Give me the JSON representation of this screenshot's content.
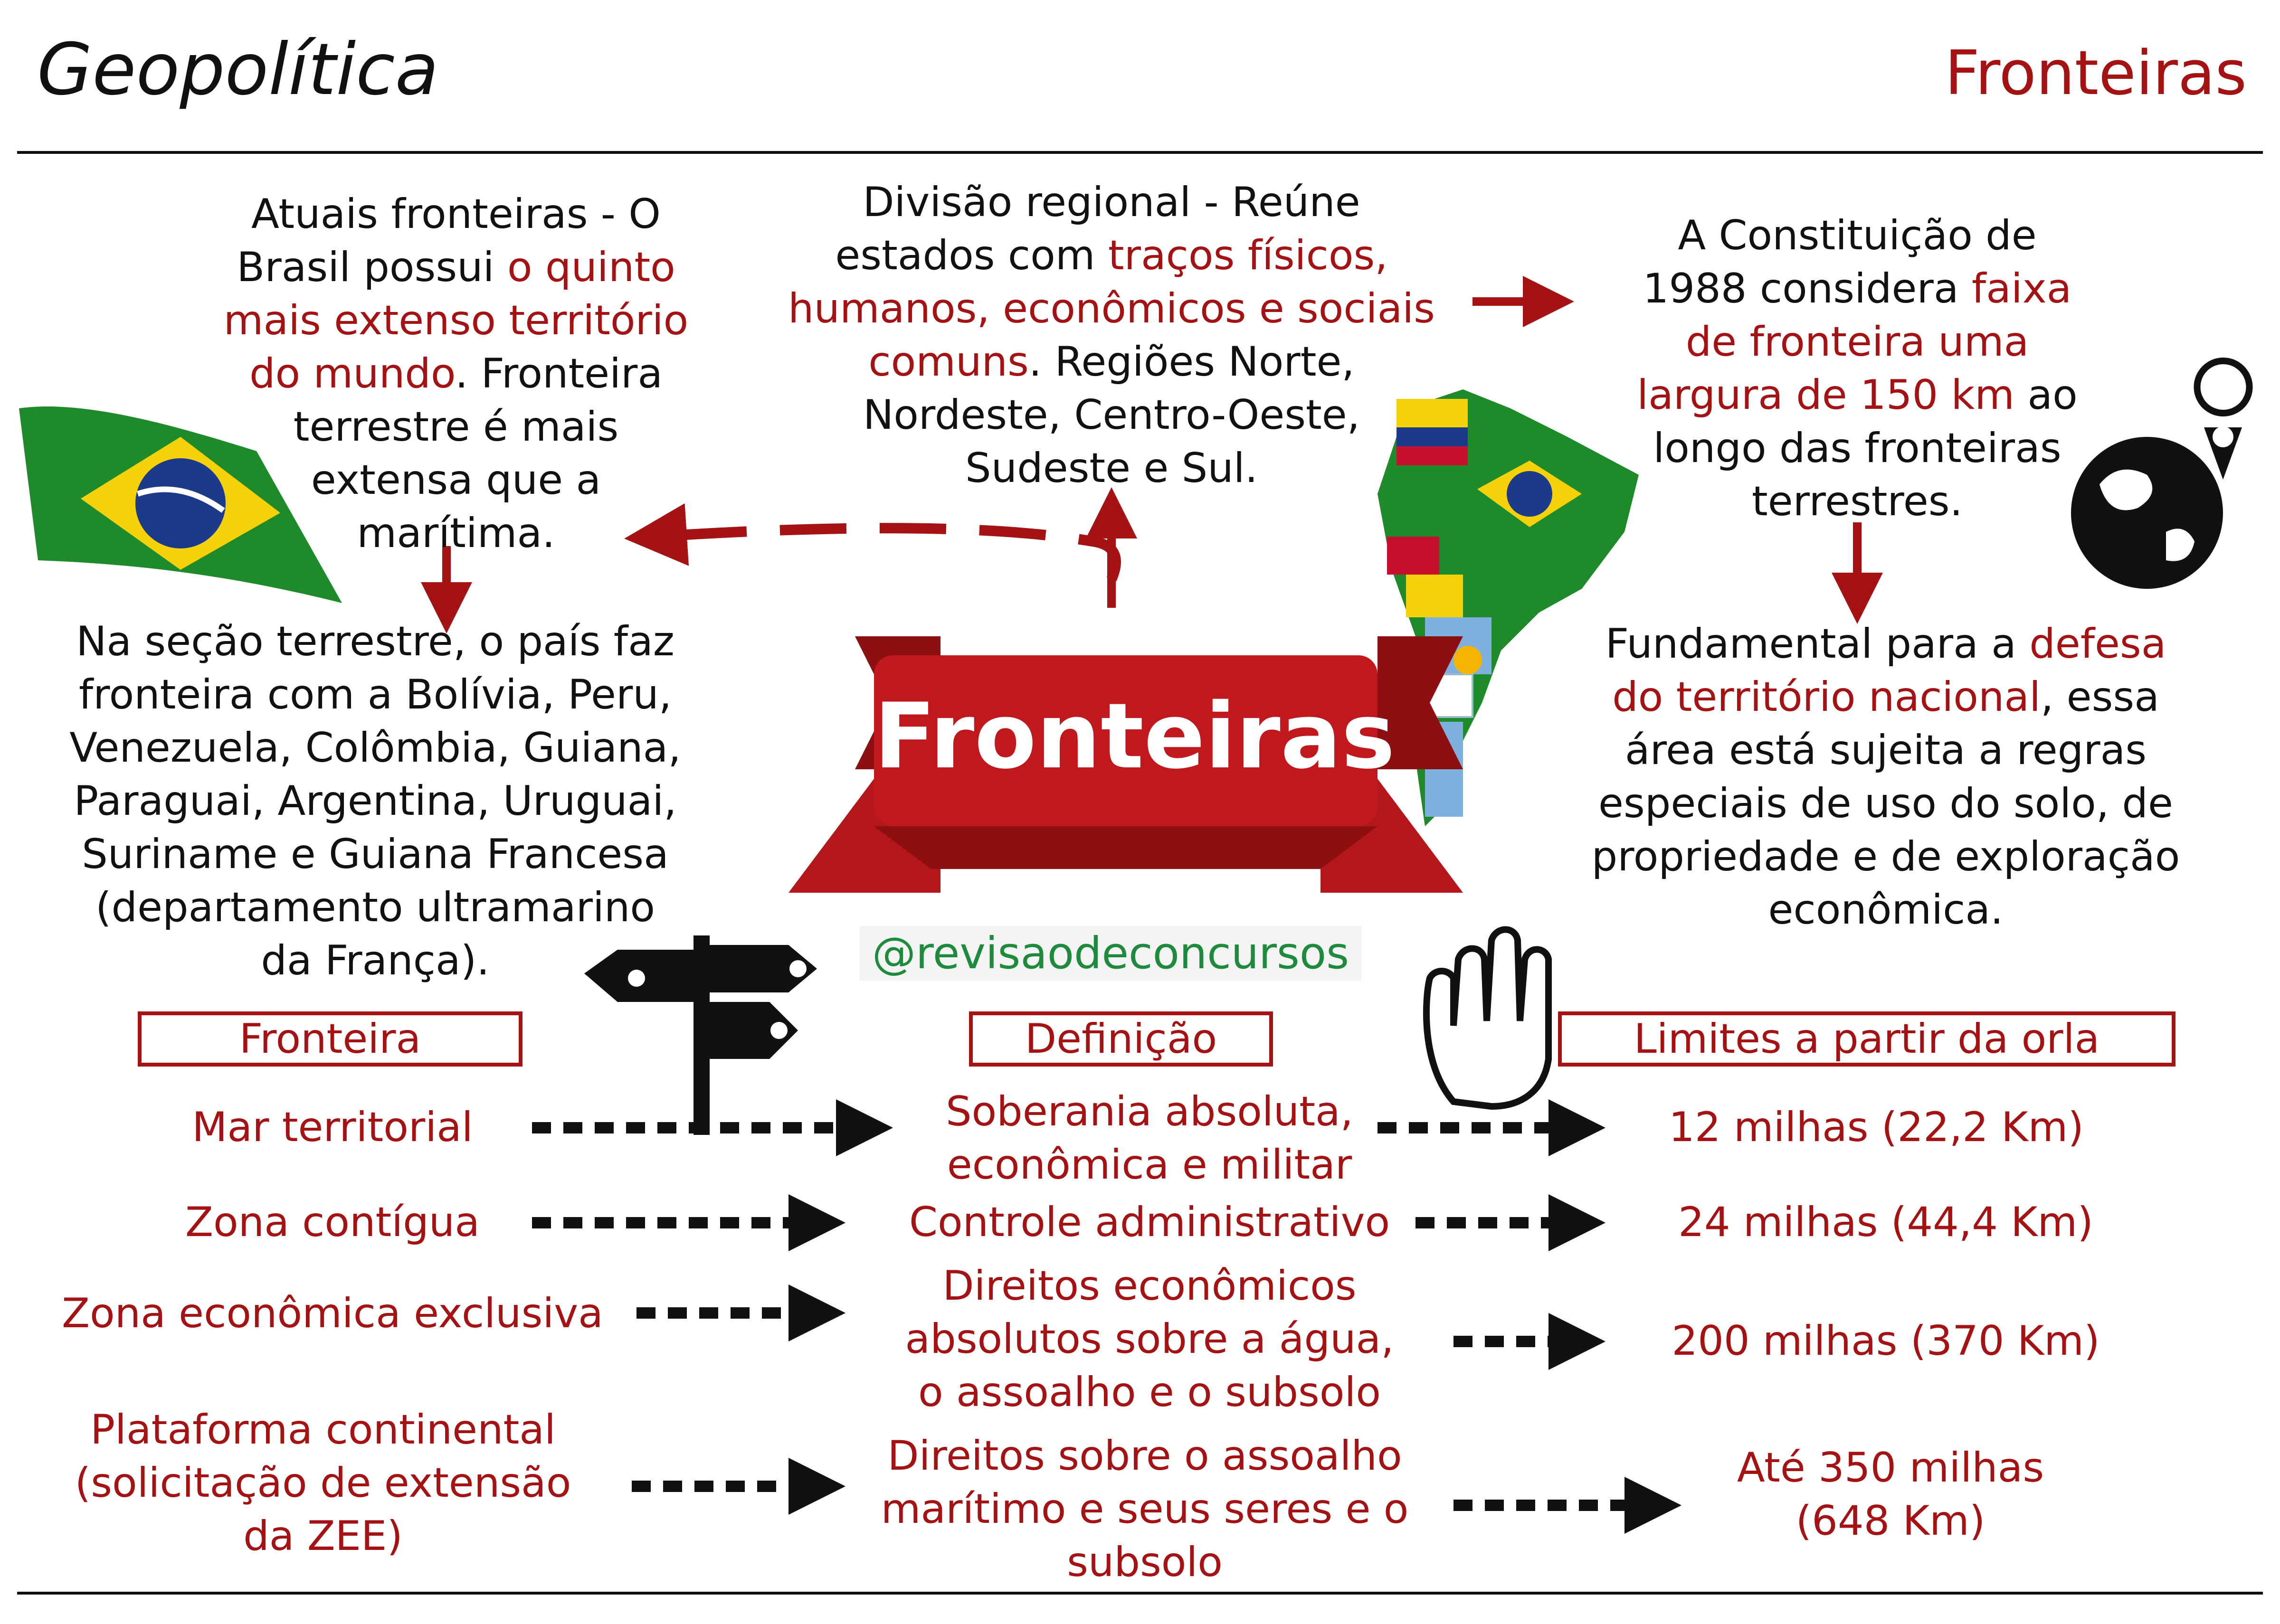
{
  "header": {
    "title": "Geopolítica",
    "subtitle": "Fronteiras"
  },
  "banner": {
    "label": "Fronteiras"
  },
  "handle": "@revisaodeconcursos",
  "left_top": {
    "t1": "Atuais fronteiras - O",
    "t2a": "Brasil possui ",
    "t2b": "o quinto",
    "t3": "mais extenso território",
    "t4a": "do mundo",
    "t4b": ". Fronteira",
    "t5": "terrestre é mais",
    "t6": "extensa que a",
    "t7": "marítima."
  },
  "left_bottom": [
    "Na seção terrestre, o país faz",
    "fronteira com a Bolívia, Peru,",
    "Venezuela, Colômbia, Guiana,",
    "Paraguai, Argentina, Uruguai,",
    "Suriname e Guiana Francesa",
    "(departamento ultramarino",
    "da França)."
  ],
  "center_top": {
    "t1": "Divisão regional - Reúne",
    "t2a": "estados com ",
    "t2b": "traços físicos,",
    "t3": "humanos, econômicos e sociais",
    "t4a": "comuns",
    "t4b": ". Regiões Norte,",
    "t5": "Nordeste, Centro-Oeste,",
    "t6": "Sudeste e Sul."
  },
  "right_top": {
    "t1": "A Constituição de",
    "t2a": "1988 considera ",
    "t2b": "faixa",
    "t3": "de fronteira uma",
    "t4a": "largura de 150 km",
    "t4b": " ao",
    "t5": "longo das fronteiras",
    "t6": "terrestres."
  },
  "right_bottom": {
    "t1a": "Fundamental para a ",
    "t1b": "defesa",
    "t2a": "do território nacional",
    "t2b": ", essa",
    "t3": "área está sujeita a regras",
    "t4": "especiais de uso do solo, de",
    "t5": "propriedade e de exploração",
    "t6": "econômica."
  },
  "table": {
    "headers": [
      "Fronteira",
      "Definição",
      "Limites a partir da orla"
    ],
    "rows": [
      {
        "fronteira": [
          "Mar territorial"
        ],
        "definicao": [
          "Soberania absoluta,",
          "econômica e militar"
        ],
        "limite": [
          "12 milhas (22,2 Km)"
        ]
      },
      {
        "fronteira": [
          "Zona contígua"
        ],
        "definicao": [
          "Controle administrativo"
        ],
        "limite": [
          "24  milhas (44,4 Km)"
        ]
      },
      {
        "fronteira": [
          "Zona econômica exclusiva"
        ],
        "definicao": [
          "Direitos econômicos",
          "absolutos sobre a água,",
          "o assoalho e o subsolo"
        ],
        "limite": [
          "200 milhas (370 Km)"
        ]
      },
      {
        "fronteira": [
          "Plataforma continental",
          "(solicitação de extensão",
          "da ZEE)"
        ],
        "definicao": [
          "Direitos sobre o assoalho",
          "marítimo e seus seres e o",
          "subsolo"
        ],
        "limite": [
          "Até 350 milhas",
          "(648 Km)"
        ]
      }
    ]
  },
  "icons": [
    "brazil-flag-icon",
    "south-america-flags-map-icon",
    "world-map-pin-icon",
    "signpost-icon",
    "stop-hand-icon"
  ],
  "colors": {
    "accent": "#a41214",
    "handle": "#1e8a3c",
    "flag_green": "#1f8a2a",
    "flag_yellow": "#f5d10a",
    "flag_blue": "#1b3a8a"
  }
}
